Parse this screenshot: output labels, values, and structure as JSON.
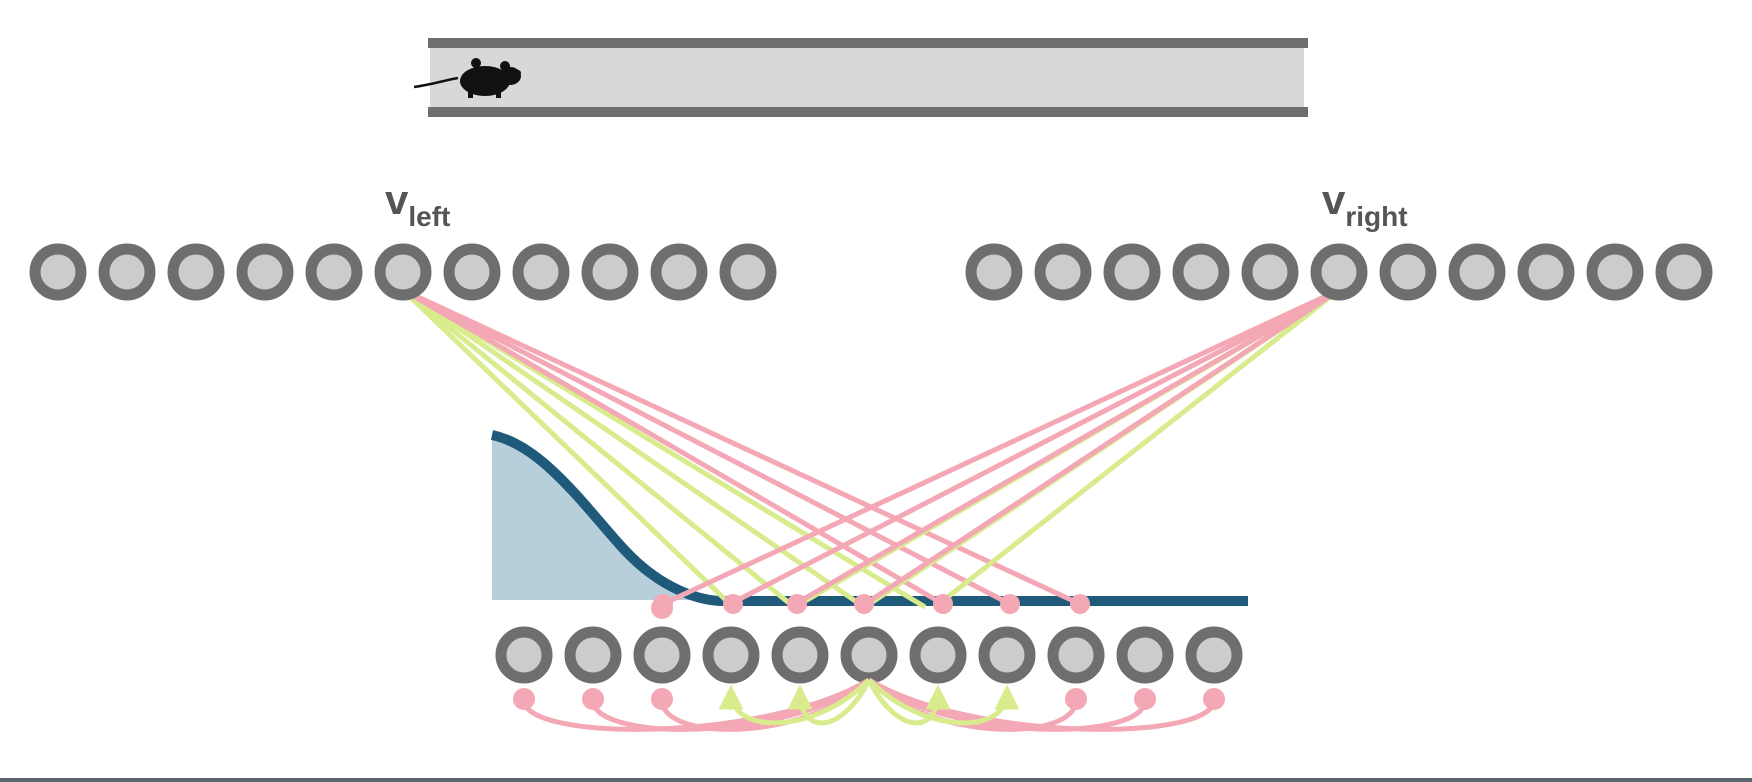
{
  "labels": {
    "left_main": "v",
    "left_sub": "left",
    "right_main": "v",
    "right_sub": "right"
  },
  "colors": {
    "neuron_ring": "#6e6e6e",
    "neuron_fill": "#cccccc",
    "track_rail": "#6e6e6e",
    "track_fill": "#d8d8d8",
    "inhibitory": "#f4a7b4",
    "excitatory": "#d8ec8e",
    "profile_line": "#1f5a7a",
    "profile_fill": "#b7cfdb",
    "mouse": "#111111",
    "bottom_rule": "#5a6670"
  },
  "icons": [
    "mouse-icon"
  ]
}
